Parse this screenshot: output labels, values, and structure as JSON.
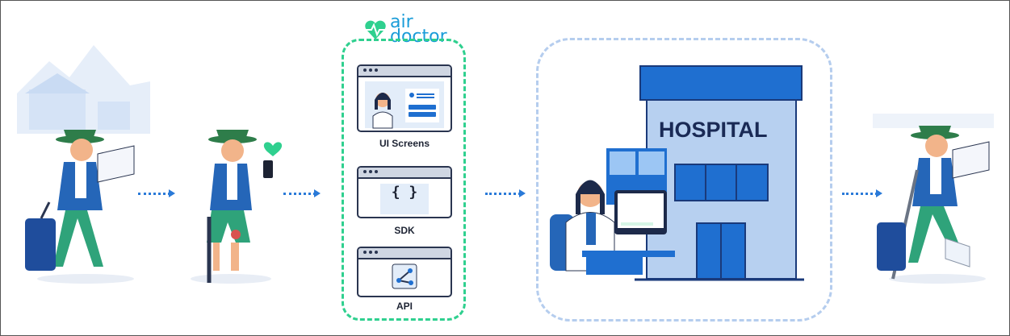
{
  "logo": {
    "line1": "air",
    "line2": "doctor"
  },
  "components": [
    {
      "label": "UI Screens",
      "icon": "doctor-screen-icon"
    },
    {
      "label": "SDK",
      "icon": "{ }"
    },
    {
      "label": "API",
      "icon": "share-nodes-icon"
    }
  ],
  "hospital": {
    "sign": "HOSPITAL"
  },
  "colors": {
    "green": "#2fd08f",
    "blue": "#1f6fd0",
    "dashed_blue": "#b5cdee",
    "arrow": "#2a7ad8"
  }
}
